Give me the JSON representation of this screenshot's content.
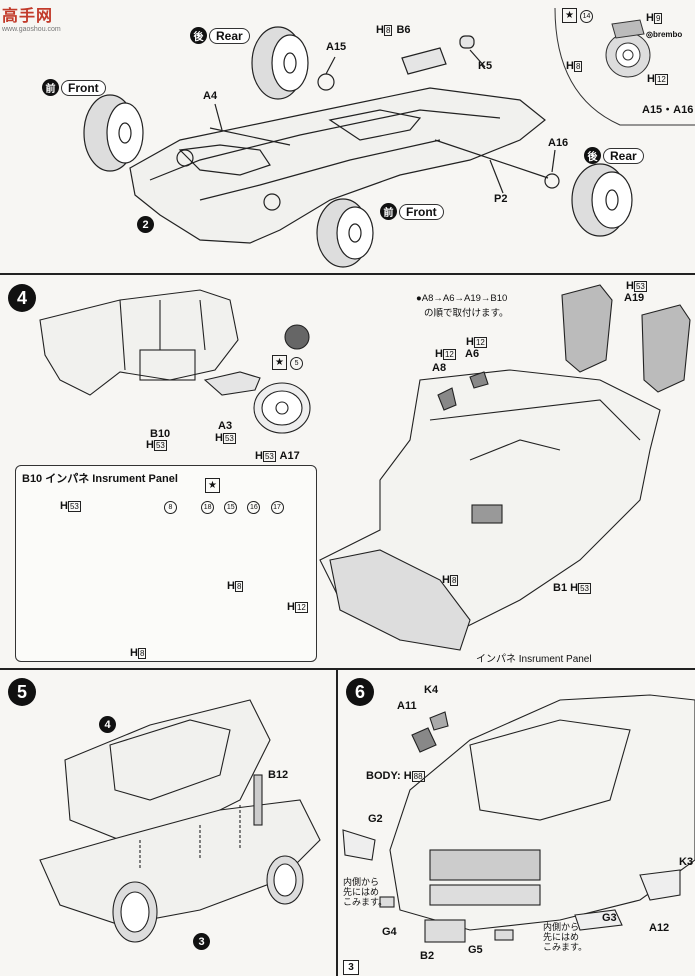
{
  "watermark": {
    "name": "高手网",
    "url": "www.gaoshou.com"
  },
  "step3": {
    "rear_top": {
      "kanji": "後",
      "label": "Rear"
    },
    "front_left": {
      "kanji": "前",
      "label": "Front"
    },
    "front_bottom": {
      "kanji": "前",
      "label": "Front"
    },
    "rear_right": {
      "kanji": "後",
      "label": "Rear"
    },
    "parts": {
      "a15": "A15",
      "a4": "A4",
      "b6": "B6",
      "h8": "H",
      "h8n": "8",
      "k5": "K5",
      "a16": "A16",
      "p2": "P2"
    },
    "sub_step": "2"
  },
  "inset": {
    "n14": "14",
    "h9": "H",
    "h9n": "9",
    "brand": "brembo",
    "h8": "H",
    "h8n": "8",
    "h12": "H",
    "h12n": "12",
    "caption": "A15・A16"
  },
  "step4": {
    "number": "4",
    "b10": "B10",
    "h53": "H",
    "h53n": "53",
    "a3": "A3",
    "h53b": "H",
    "h53bn": "53",
    "n5": "5",
    "h53c": "H",
    "h53cn": "53",
    "a17": "A17",
    "order_note_line1": "●A8→A6→A19→B10",
    "order_note_line2": "の順で取付けます。",
    "h12": "H",
    "h12n": "12",
    "a6": "A6",
    "h12b": "H",
    "h12bn": "12",
    "a8": "A8",
    "h53d": "H",
    "h53dn": "53",
    "a19": "A19",
    "h8": "H",
    "h8n": "8",
    "b1": "B1",
    "h53e": "H",
    "h53en": "53",
    "bottom_label": "インパネ Insrument Panel"
  },
  "panel_box": {
    "title": "B10 インパネ Insrument Panel",
    "h53": "H",
    "h53n": "53",
    "callouts": [
      "8",
      "18",
      "15",
      "16",
      "17"
    ],
    "h8a": "H",
    "h8an": "8",
    "h12": "H",
    "h12n": "12",
    "h8b": "H",
    "h8bn": "8"
  },
  "step5": {
    "number": "5",
    "sub4": "4",
    "b12": "B12",
    "sub3": "3"
  },
  "step6": {
    "number": "6",
    "k4": "K4",
    "a11": "A11",
    "body": "BODY:",
    "h88": "H",
    "h88n": "88",
    "g2": "G2",
    "note_left": [
      "内側から",
      "先にはめ",
      "こみます。"
    ],
    "g4": "G4",
    "b2": "B2",
    "g5": "G5",
    "note_right": [
      "内側から",
      "先にはめ",
      "こみます。"
    ],
    "g3": "G3",
    "a12": "A12",
    "k3": "K3"
  },
  "page_number": "3"
}
